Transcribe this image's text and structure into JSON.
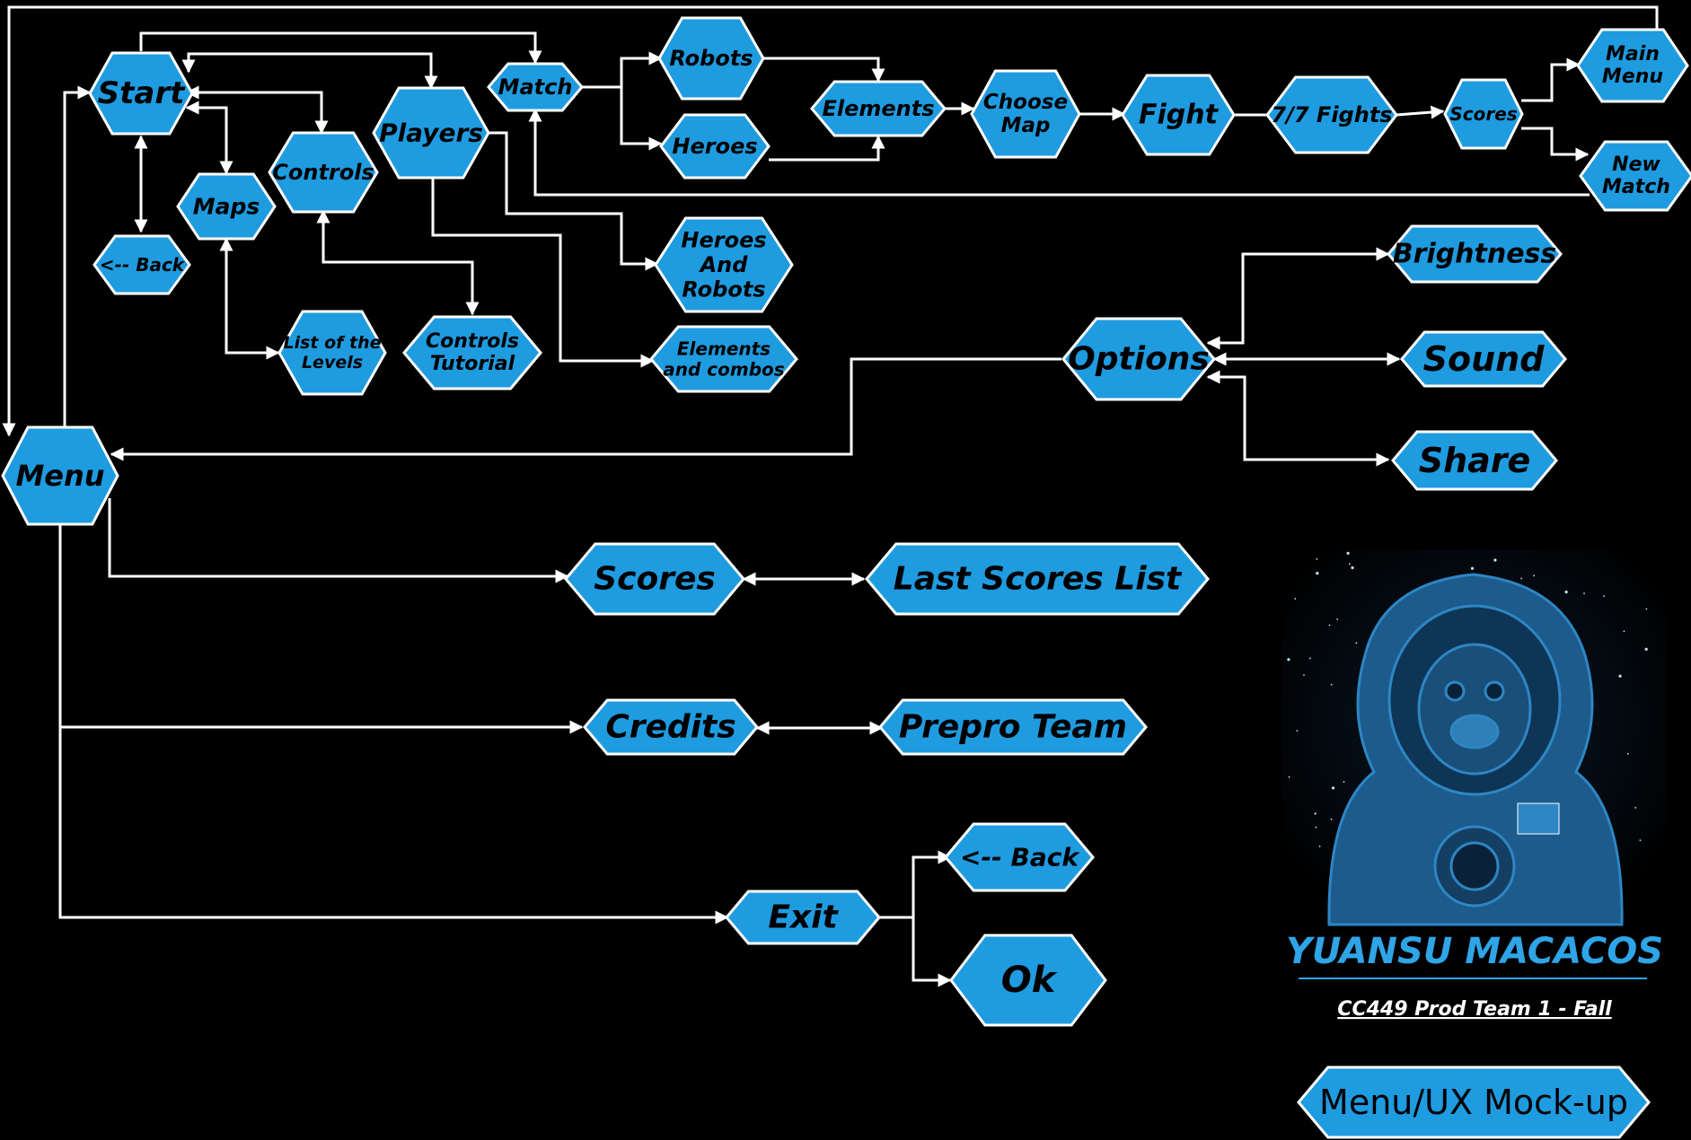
{
  "nodes": {
    "start": "Start",
    "back_small": "<-- Back",
    "maps": "Maps",
    "controls": "Controls",
    "players": "Players",
    "match": "Match",
    "robots": "Robots",
    "heroes": "Heroes",
    "elements": "Elements",
    "choose_map": [
      "Choose",
      "Map"
    ],
    "fight": "Fight",
    "fights77": "7/7 Fights",
    "scores_small": "Scores",
    "main_menu": [
      "Main",
      "Menu"
    ],
    "new_match": [
      "New",
      "Match"
    ],
    "heroes_and_robots": [
      "Heroes",
      "And",
      "Robots"
    ],
    "elements_combos": [
      "Elements",
      "and combos"
    ],
    "list_levels": [
      "List of the",
      "Levels"
    ],
    "controls_tutorial": [
      "Controls",
      "Tutorial"
    ],
    "options": "Options",
    "brightness": "Brightness",
    "sound": "Sound",
    "share": "Share",
    "menu": "Menu",
    "scores": "Scores",
    "last_scores": "Last Scores List",
    "credits": "Credits",
    "prepro": "Prepro Team",
    "exit": "Exit",
    "back_exit": "<-- Back",
    "ok": "Ok",
    "mockup": "Menu/UX Mock-up"
  },
  "logo": {
    "title": "YUANSU MACACOS",
    "subtitle": "CC449 Prod Team 1 - Fall"
  },
  "colors": {
    "node_fill": "#1f9be0",
    "stroke": "#ffffff",
    "background": "#000000"
  }
}
